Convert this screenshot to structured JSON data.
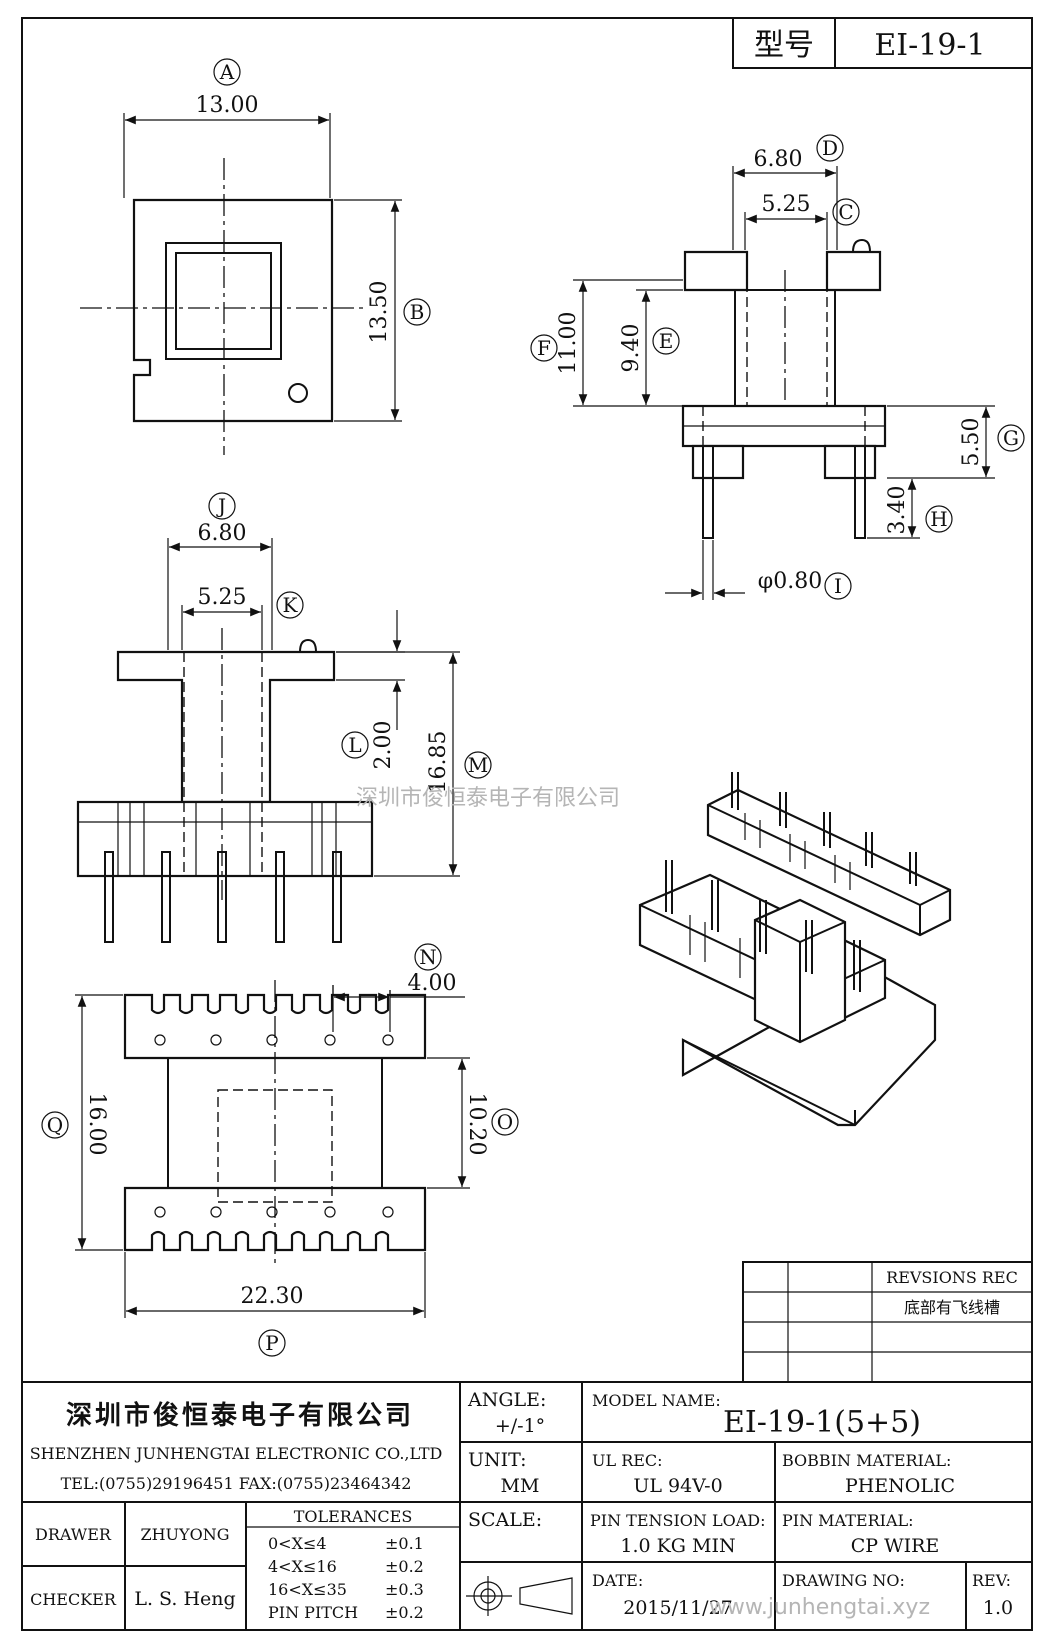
{
  "header": {
    "model_label": "型号",
    "model_value": "EI-19-1"
  },
  "dimensions": {
    "A": "13.00",
    "B": "13.50",
    "C": "5.25",
    "D": "6.80",
    "E": "9.40",
    "F": "11.00",
    "G": "5.50",
    "H": "3.40",
    "I": "φ0.80",
    "J": "6.80",
    "K": "5.25",
    "L": "2.00",
    "M": "16.85",
    "N": "4.00",
    "O": "10.20",
    "P": "22.30",
    "Q": "16.00"
  },
  "callouts": [
    "A",
    "B",
    "C",
    "D",
    "E",
    "F",
    "G",
    "H",
    "I",
    "J",
    "K",
    "L",
    "M",
    "N",
    "O",
    "P",
    "Q"
  ],
  "watermark_center": "深圳市俊恒泰电子有限公司",
  "watermark_footer": "www.junhengtai.xyz",
  "revisions": {
    "title": "REVSIONS REC",
    "note": "底部有飞线槽"
  },
  "title_block": {
    "company_cn": "深圳市俊恒泰电子有限公司",
    "company_en": "SHENZHEN JUNHENGTAI ELECTRONIC CO.,LTD",
    "contact": "TEL:(0755)29196451 FAX:(0755)23464342",
    "angle_label": "ANGLE:",
    "angle_value": "+/-1°",
    "unit_label": "UNIT:",
    "unit_value": "MM",
    "scale_label": "SCALE:",
    "model_name_label": "MODEL NAME:",
    "model_name_value": "EI-19-1(5+5)",
    "ul_label": "UL REC:",
    "ul_value": "UL 94V-0",
    "bobbin_label": "BOBBIN MATERIAL:",
    "bobbin_value": "PHENOLIC",
    "pin_tension_label": "PIN TENSION LOAD:",
    "pin_tension_value": "1.0 KG MIN",
    "pin_material_label": "PIN MATERIAL:",
    "pin_material_value": "CP WIRE",
    "date_label": "DATE:",
    "date_value": "2015/11/27",
    "drawing_no_label": "DRAWING NO:",
    "rev_label": "REV:",
    "rev_value": "1.0",
    "drawer_label": "DRAWER",
    "drawer_value": "ZHUYONG",
    "checker_label": "CHECKER",
    "checker_value": "L. S. Heng",
    "tolerances_title": "TOLERANCES",
    "tolerances": [
      {
        "range": "0<X≤4",
        "value": "±0.1"
      },
      {
        "range": "4<X≤16",
        "value": "±0.2"
      },
      {
        "range": "16<X≤35",
        "value": "±0.3"
      },
      {
        "range": "PIN PITCH",
        "value": "±0.2"
      }
    ]
  }
}
